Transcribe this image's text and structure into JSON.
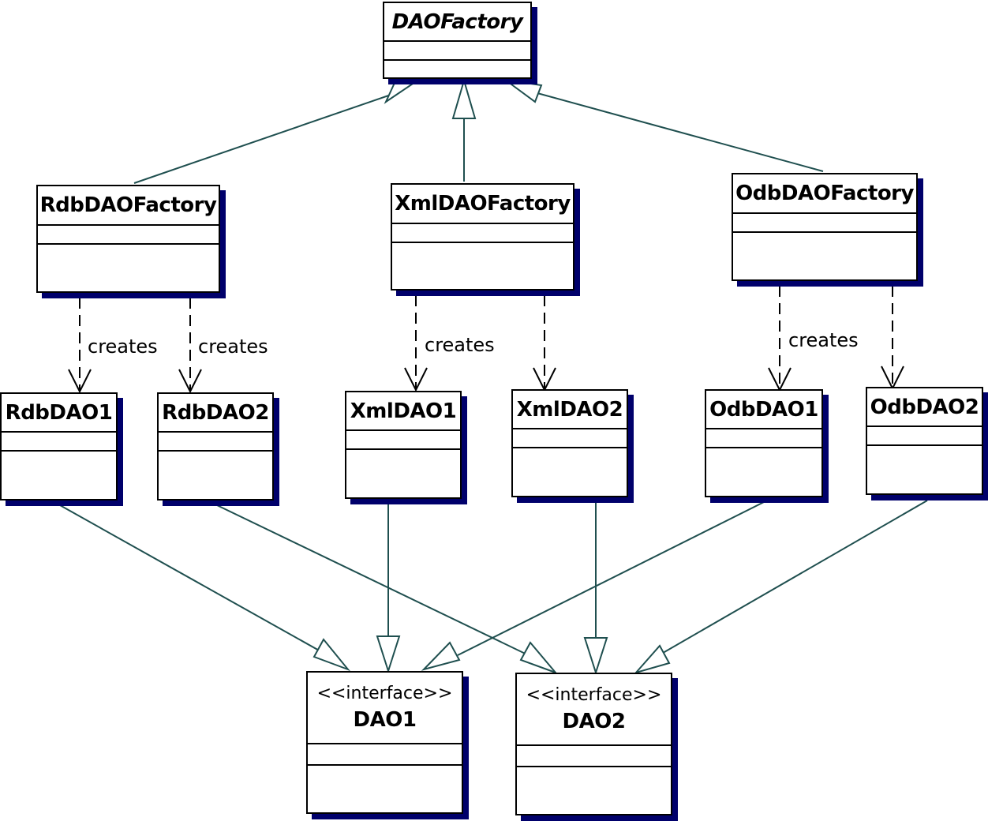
{
  "colors": {
    "line": "#1f4f4f",
    "shadow": "#00006b",
    "border": "#000000",
    "fill": "#ffffff"
  },
  "classes": {
    "dao_factory": {
      "name": "DAOFactory"
    },
    "rdb_dao_factory": {
      "name": "RdbDAOFactory"
    },
    "xml_dao_factory": {
      "name": "XmlDAOFactory"
    },
    "odb_dao_factory": {
      "name": "OdbDAOFactory"
    },
    "rdb_dao1": {
      "name": "RdbDAO1"
    },
    "rdb_dao2": {
      "name": "RdbDAO2"
    },
    "xml_dao1": {
      "name": "XmlDAO1"
    },
    "xml_dao2": {
      "name": "XmlDAO2"
    },
    "odb_dao1": {
      "name": "OdbDAO1"
    },
    "odb_dao2": {
      "name": "OdbDAO2"
    },
    "dao1": {
      "stereotype": "<<interface>>",
      "name": "DAO1"
    },
    "dao2": {
      "stereotype": "<<interface>>",
      "name": "DAO2"
    }
  },
  "labels": {
    "rdb_creates_1": "creates",
    "rdb_creates_2": "creates",
    "xml_creates": "creates",
    "odb_creates": "creates"
  },
  "relations": [
    {
      "type": "generalization",
      "from": "RdbDAOFactory",
      "to": "DAOFactory"
    },
    {
      "type": "generalization",
      "from": "XmlDAOFactory",
      "to": "DAOFactory"
    },
    {
      "type": "generalization",
      "from": "OdbDAOFactory",
      "to": "DAOFactory"
    },
    {
      "type": "dependency",
      "from": "RdbDAOFactory",
      "to": "RdbDAO1",
      "label": "creates"
    },
    {
      "type": "dependency",
      "from": "RdbDAOFactory",
      "to": "RdbDAO2",
      "label": "creates"
    },
    {
      "type": "dependency",
      "from": "XmlDAOFactory",
      "to": "XmlDAO1",
      "label": "creates"
    },
    {
      "type": "dependency",
      "from": "XmlDAOFactory",
      "to": "XmlDAO2"
    },
    {
      "type": "dependency",
      "from": "OdbDAOFactory",
      "to": "OdbDAO1",
      "label": "creates"
    },
    {
      "type": "dependency",
      "from": "OdbDAOFactory",
      "to": "OdbDAO2"
    },
    {
      "type": "realization",
      "from": "RdbDAO1",
      "to": "DAO1"
    },
    {
      "type": "realization",
      "from": "XmlDAO1",
      "to": "DAO1"
    },
    {
      "type": "realization",
      "from": "OdbDAO1",
      "to": "DAO1"
    },
    {
      "type": "realization",
      "from": "RdbDAO2",
      "to": "DAO2"
    },
    {
      "type": "realization",
      "from": "XmlDAO2",
      "to": "DAO2"
    },
    {
      "type": "realization",
      "from": "OdbDAO2",
      "to": "DAO2"
    }
  ]
}
